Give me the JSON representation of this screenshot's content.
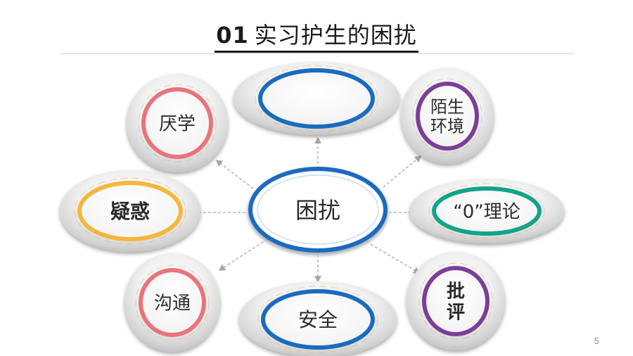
{
  "title": {
    "number": "01",
    "text": "实习护生的困扰"
  },
  "page_number": "5",
  "center": {
    "label": "困扰",
    "color": "#1a6bbf"
  },
  "nodes": [
    {
      "id": "top-left",
      "label": "厌学",
      "lines": [
        "厌学"
      ],
      "color": "#e8747c",
      "bold": false
    },
    {
      "id": "top",
      "label": "",
      "lines": [],
      "color": "#1a6bbf",
      "bold": false
    },
    {
      "id": "top-right",
      "label": "陌生环境",
      "lines": [
        "陌生",
        "环境"
      ],
      "color": "#7b3f98",
      "bold": false
    },
    {
      "id": "right",
      "label": "“0”理论",
      "lines": [
        "“0”理论"
      ],
      "color": "#13a38a",
      "bold": false
    },
    {
      "id": "bottom-right",
      "label": "批评",
      "lines": [
        "批",
        "评"
      ],
      "color": "#7b3f98",
      "bold": true
    },
    {
      "id": "bottom",
      "label": "安全",
      "lines": [
        "安全"
      ],
      "color": "#1a6bbf",
      "bold": false
    },
    {
      "id": "bottom-left",
      "label": "沟通",
      "lines": [
        "沟通"
      ],
      "color": "#e8747c",
      "bold": false
    },
    {
      "id": "left",
      "label": "疑惑",
      "lines": [
        "疑惑"
      ],
      "color": "#f5b63c",
      "bold": true
    }
  ]
}
